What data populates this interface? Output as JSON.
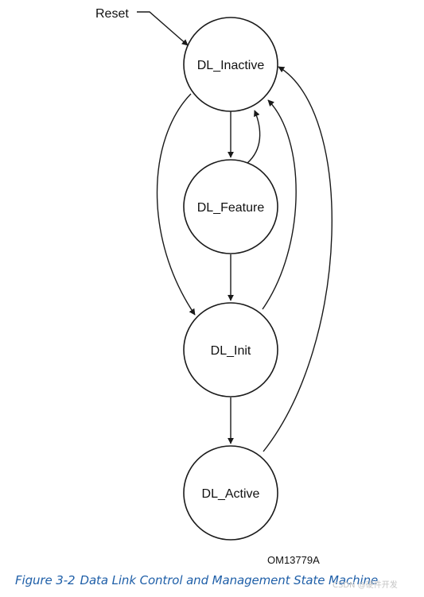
{
  "diagram": {
    "reset_label": "Reset",
    "states": {
      "inactive": "DL_Inactive",
      "feature": "DL_Feature",
      "init": "DL_Init",
      "active": "DL_Active"
    },
    "figure_id": "OM13779A"
  },
  "caption": {
    "number": "Figure  3-2",
    "title": "Data Link Control and Management State Machine"
  },
  "watermark": "CSDN @硬件开发"
}
